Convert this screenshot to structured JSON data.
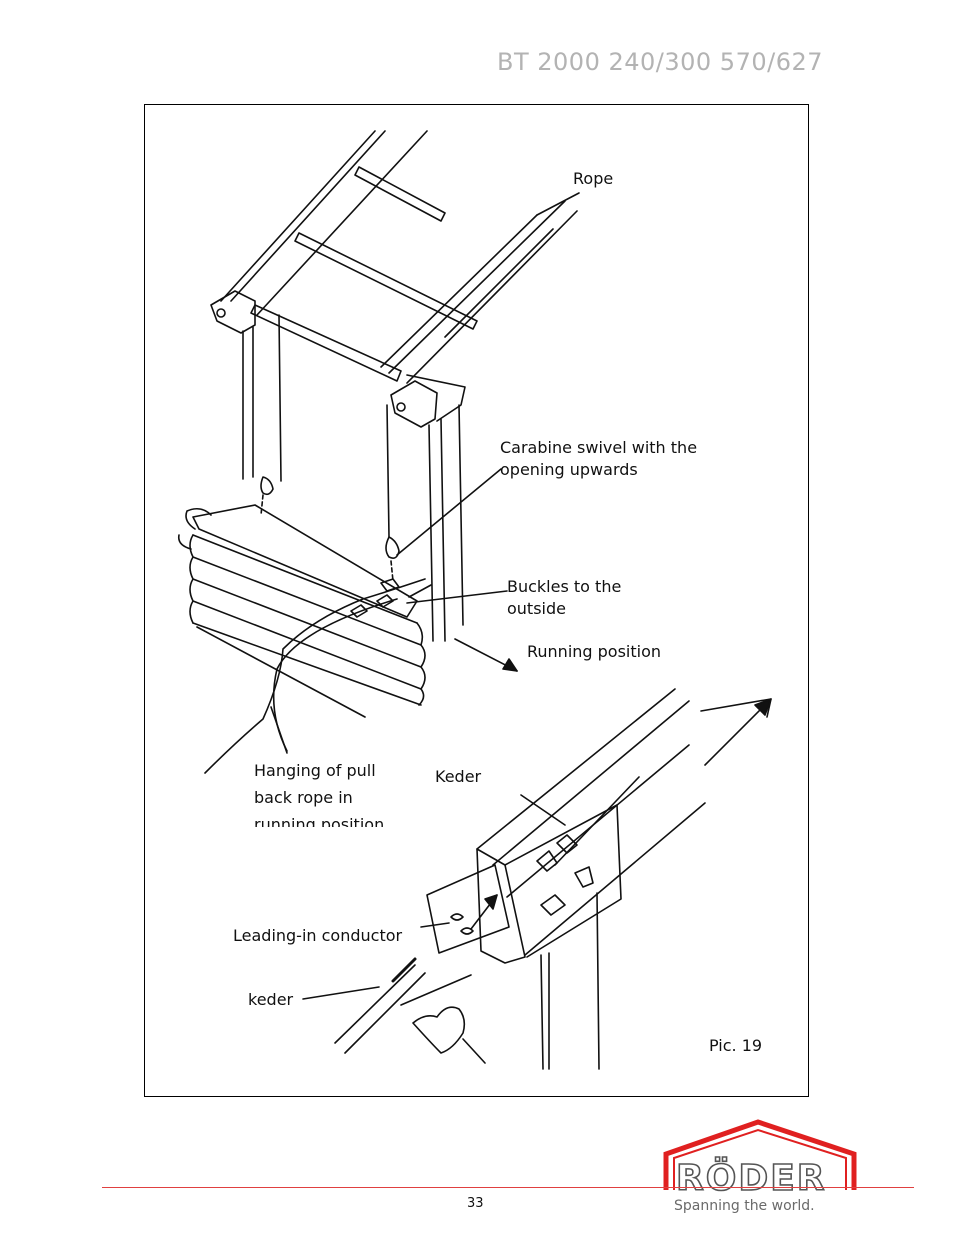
{
  "header": {
    "title": "BT 2000 240/300 570/627"
  },
  "figure": {
    "labels": {
      "rope": "Rope",
      "carabine_line1": "Carabine swivel with the",
      "carabine_line2": "opening upwards",
      "buckles_line1": "Buckles to the",
      "buckles_line2": "outside",
      "running_position": "Running position",
      "hanging_line1": "Hanging of pull",
      "hanging_line2": "back rope in",
      "hanging_line3": "running position",
      "keder_upper": "Keder",
      "leading_in": "Leading-in conductor",
      "keder_lower": "keder",
      "caption": "Pic. 19"
    }
  },
  "footer": {
    "page_number": "33",
    "logo_text": "RÖDER",
    "slogan": "Spanning the world."
  },
  "colors": {
    "title": "#b3b3b3",
    "brand_red": "#e02020",
    "footer_line": "#e04040"
  }
}
